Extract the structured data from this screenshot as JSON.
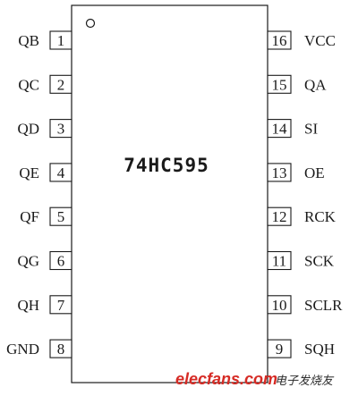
{
  "chip": {
    "name": "74HC595",
    "left_pins": [
      {
        "num": "1",
        "label": "QB"
      },
      {
        "num": "2",
        "label": "QC"
      },
      {
        "num": "3",
        "label": "QD"
      },
      {
        "num": "4",
        "label": "QE"
      },
      {
        "num": "5",
        "label": "QF"
      },
      {
        "num": "6",
        "label": "QG"
      },
      {
        "num": "7",
        "label": "QH"
      },
      {
        "num": "8",
        "label": "GND"
      }
    ],
    "right_pins": [
      {
        "num": "16",
        "label": "VCC"
      },
      {
        "num": "15",
        "label": "QA"
      },
      {
        "num": "14",
        "label": "SI"
      },
      {
        "num": "13",
        "label": "OE"
      },
      {
        "num": "12",
        "label": "RCK"
      },
      {
        "num": "11",
        "label": "SCK"
      },
      {
        "num": "10",
        "label": "SCLR"
      },
      {
        "num": "9",
        "label": "SQH"
      }
    ]
  },
  "watermark": {
    "site": "elecfans.com",
    "cn": "电子发烧友"
  },
  "colors": {
    "line": "#1a1a1a",
    "watermark_red": "#d62b25"
  }
}
